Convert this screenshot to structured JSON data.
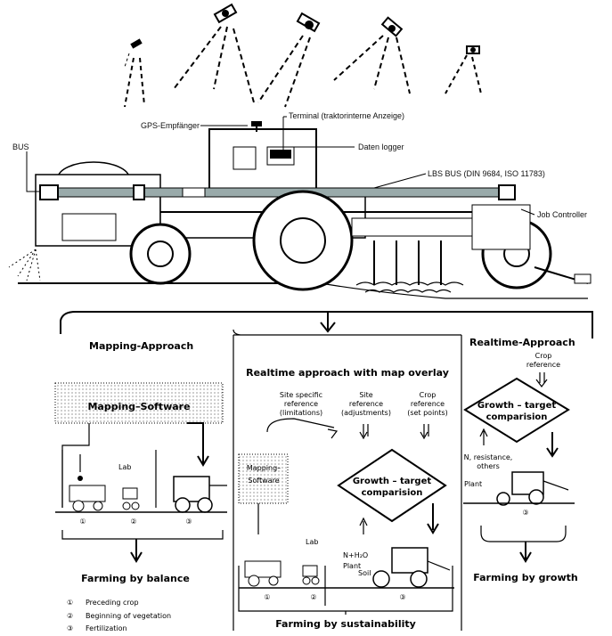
{
  "top": {
    "label_gps": "GPS-Empfänger",
    "label_terminal": "Terminal (traktorinterne Anzeige)",
    "label_datalogger": "Daten logger",
    "label_bus": "BUS",
    "label_lbs_bus": "LBS BUS (DIN 9684, ISO 11783)",
    "label_job_controller": "Job Controller"
  },
  "mapping": {
    "title": "Mapping-Approach",
    "software": "Mapping–Software",
    "lab": "Lab",
    "footer": "Farming by balance",
    "steps": [
      "①",
      "②",
      "③"
    ]
  },
  "overlay": {
    "title": "Realtime approach with map overlay",
    "ref1": [
      "Site specific",
      "reference",
      "(limitations)"
    ],
    "ref2": [
      "Site",
      "reference",
      "(adjustments)"
    ],
    "ref3": [
      "Crop",
      "reference",
      "(set points)"
    ],
    "software": [
      "Mapping–",
      "Software"
    ],
    "growth": [
      "Growth – target",
      "comparision"
    ],
    "lab": "Lab",
    "nh2o": "N+H₂O",
    "plant": "Plant",
    "soil": "Soil",
    "footer": "Farming by sustainability",
    "steps": [
      "①",
      "②",
      "③"
    ]
  },
  "realtime": {
    "title": "Realtime-Approach",
    "crop_ref": [
      "Crop",
      "reference"
    ],
    "growth": [
      "Growth – target",
      "comparision"
    ],
    "inputs": [
      "N, resistance,",
      "others"
    ],
    "plant": "Plant",
    "step": "③",
    "footer": "Farming by growth"
  },
  "legend": [
    {
      "num": "①",
      "text": "Preceding crop"
    },
    {
      "num": "②",
      "text": "Beginning of vegetation"
    },
    {
      "num": "③",
      "text": "Fertilization"
    }
  ]
}
